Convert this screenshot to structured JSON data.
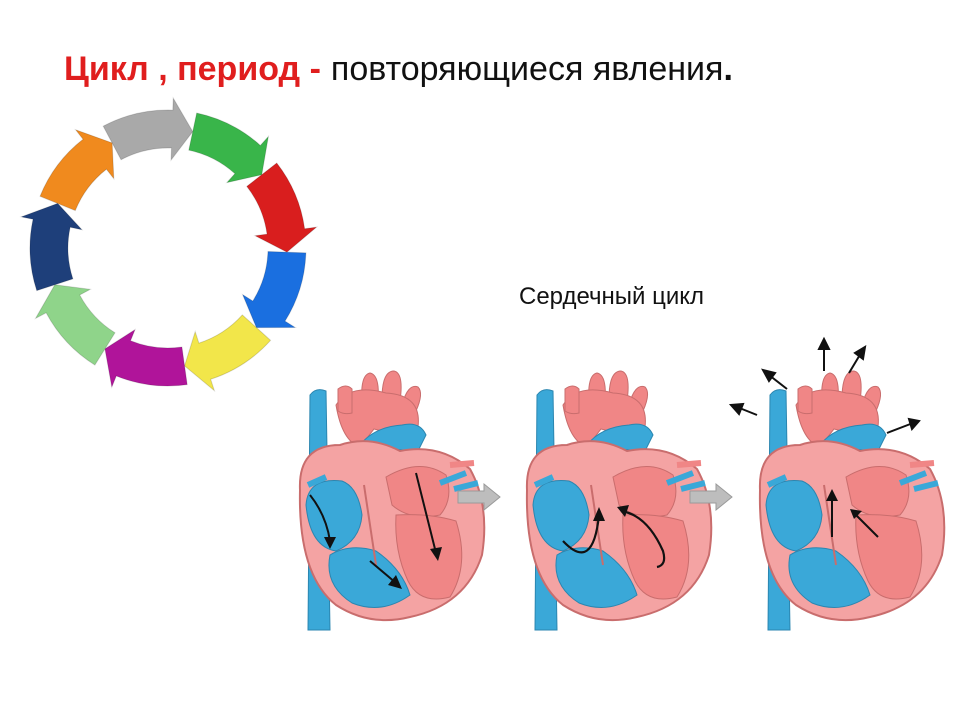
{
  "slide": {
    "title_highlight": "Цикл , период -",
    "title_rest": "повторяющиеся явления",
    "title_end": ".",
    "subtitle": "Сердечный цикл"
  },
  "colors": {
    "title_accent": "#e01e1e",
    "text": "#111111",
    "blood_oxygenated": "#f08686",
    "blood_deoxygenated": "#3aa8d8",
    "cycle_arrows": [
      "#a9a9a9",
      "#39b54a",
      "#d91e1e",
      "#1a6fe0",
      "#f2e64a",
      "#b0149a",
      "#8fd48a",
      "#1e3f7a",
      "#f08a1e"
    ]
  },
  "icons": {
    "cycle": "circular-arrows-icon",
    "heart": "heart-diagram-icon",
    "flow": "gray-right-arrow-icon"
  }
}
